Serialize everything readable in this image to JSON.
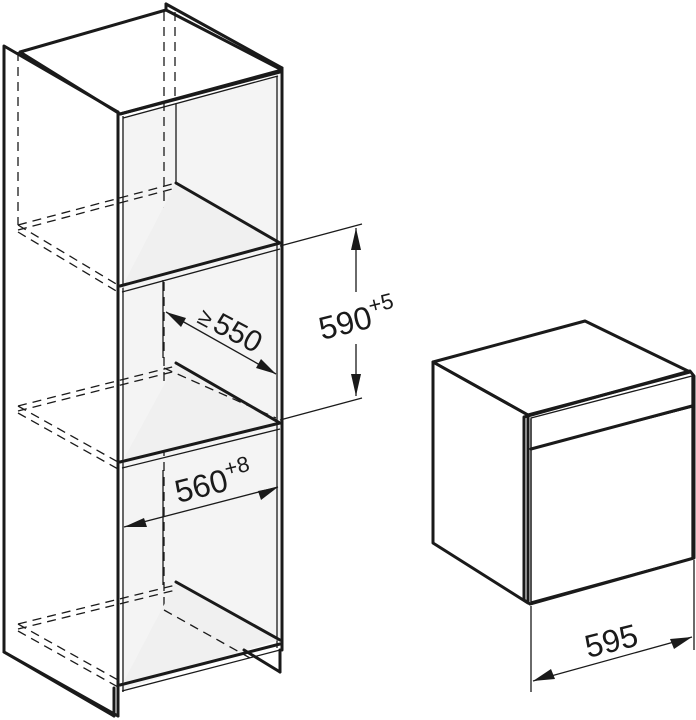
{
  "diagram": {
    "type": "built-in appliance installation dimensions",
    "units": "mm",
    "colors": {
      "line": "#1a1a1a",
      "side_panel": "#dcdcdc",
      "interior": "#f4f4f4",
      "top_panel": "#e2e2e2",
      "appliance_front": "#e0e0e0",
      "appliance_body": "#f7f7f7"
    },
    "dimensions": {
      "niche_height": {
        "value": "590",
        "tolerance": "+5"
      },
      "niche_depth": {
        "prefix": "≥",
        "value": "550"
      },
      "niche_width": {
        "value": "560",
        "tolerance": "+8"
      },
      "appliance_width": {
        "value": "595"
      }
    }
  }
}
